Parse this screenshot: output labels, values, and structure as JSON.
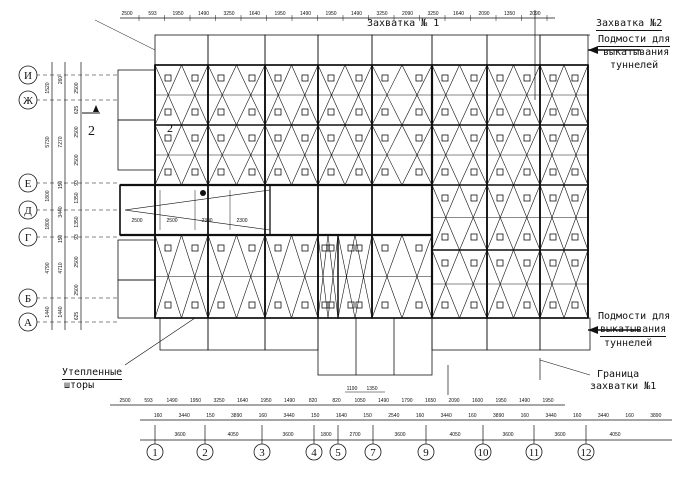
{
  "labels": {
    "zone1_top": "Захватка № 1",
    "zone2": "Захватка №2",
    "scaffold_top": [
      "Подмости для",
      "выкатывания",
      "туннелей"
    ],
    "scaffold_bottom": [
      "Подмости для",
      "выкатывания",
      "туннелей"
    ],
    "curtains": [
      "Утепленные",
      "шторы"
    ],
    "boundary": [
      "Граница",
      "захватки №1"
    ],
    "section_mark": "2"
  },
  "dimensions": {
    "top": [
      "2500",
      "593",
      "1950",
      "1490",
      "3250",
      "1640",
      "1950",
      "1490",
      "1950",
      "1490",
      "3250",
      "2090",
      "3250",
      "1640",
      "2090",
      "1350",
      "2090"
    ],
    "bottom_extra": [
      "1190",
      "1350"
    ],
    "bottom_row1": [
      "2500",
      "593",
      "1490",
      "1950",
      "3250",
      "1640",
      "1950",
      "1490",
      "820",
      "820",
      "1050",
      "1490",
      "1790",
      "1650",
      "2090",
      "1600",
      "1950",
      "1490",
      "1950"
    ],
    "bottom_row2": [
      "160",
      "3440",
      "150",
      "3890",
      "160",
      "3440",
      "150",
      "1640",
      "150",
      "2540",
      "160",
      "3440",
      "160",
      "3890",
      "160",
      "3440",
      "160",
      "3440",
      "160",
      "3890"
    ],
    "bottom_row3": [
      "3600",
      "4050",
      "3600",
      "1800",
      "2700",
      "3600",
      "4050",
      "3600",
      "3600",
      "4050"
    ],
    "left_outer": [
      "1520",
      "5730",
      "1800",
      "1800",
      "4790",
      "1440"
    ],
    "left_middle": [
      "260",
      "7270",
      "150",
      "3440",
      "150",
      "4710",
      "1440"
    ],
    "left_inner": [
      "2500",
      "625",
      "2500",
      "2500",
      "93",
      "1350",
      "1350",
      "93",
      "2500",
      "2500",
      "625"
    ],
    "bay_corridor": [
      "2500",
      "2500",
      "2300",
      "2300"
    ]
  },
  "axes": {
    "columns": [
      "1",
      "2",
      "3",
      "4",
      "5",
      "7",
      "9",
      "10",
      "11",
      "12"
    ],
    "rows": [
      "И",
      "Ж",
      "Е",
      "Д",
      "Г",
      "Б",
      "А"
    ]
  }
}
